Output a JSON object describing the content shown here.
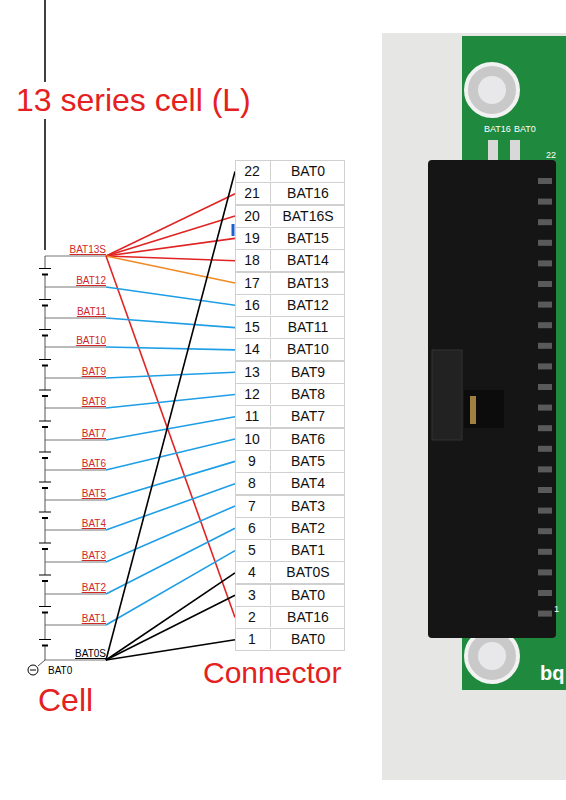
{
  "diagram": {
    "title": "13 series cell (L)",
    "nodes": [
      {
        "text": [
          "BAT13S"
        ]
      },
      {
        "text": [
          "BAT12"
        ]
      },
      {
        "text": [
          "BAT11"
        ]
      },
      {
        "text": [
          "BAT10"
        ]
      },
      {
        "text": [
          "BAT9"
        ]
      },
      {
        "text": [
          "BAT8"
        ]
      },
      {
        "text": [
          "BAT7"
        ]
      },
      {
        "text": [
          "BAT6"
        ]
      },
      {
        "text": [
          "BAT5"
        ]
      },
      {
        "text": [
          "BAT4"
        ]
      },
      {
        "text": [
          "BAT3"
        ]
      },
      {
        "text": [
          "BAT2"
        ]
      },
      {
        "text": [
          "BAT1"
        ]
      },
      {
        "text": [
          "BAT0S"
        ]
      },
      {
        "text": [
          "22",
          "BAT0"
        ]
      },
      {
        "text": [
          "21",
          "BAT16"
        ]
      },
      {
        "text": [
          "20",
          "BAT16S"
        ]
      },
      {
        "text": [
          "19",
          "BAT15"
        ]
      },
      {
        "text": [
          "18",
          "BAT14"
        ]
      },
      {
        "text": [
          "17",
          "BAT13"
        ]
      },
      {
        "text": [
          "16",
          "BAT12"
        ]
      },
      {
        "text": [
          "15",
          "BAT11"
        ]
      },
      {
        "text": [
          "14",
          "BAT10"
        ]
      },
      {
        "text": [
          "13",
          "BAT9"
        ]
      },
      {
        "text": [
          "12",
          "BAT8"
        ]
      },
      {
        "text": [
          "11",
          "BAT7"
        ]
      },
      {
        "text": [
          "10",
          "BAT6"
        ]
      },
      {
        "text": [
          "9",
          "BAT5"
        ]
      },
      {
        "text": [
          "8",
          "BAT4"
        ]
      },
      {
        "text": [
          "7",
          "BAT3"
        ]
      },
      {
        "text": [
          "6",
          "BAT2"
        ]
      },
      {
        "text": [
          "5",
          "BAT1"
        ]
      },
      {
        "text": [
          "4",
          "BAT0S"
        ]
      },
      {
        "text": [
          "3",
          "BAT0"
        ]
      },
      {
        "text": [
          "2",
          "BAT16"
        ]
      },
      {
        "text": [
          "1",
          "BAT0"
        ]
      }
    ],
    "edges": [
      {
        "from": 0,
        "to": 15,
        "arrow": "none"
      },
      {
        "from": 0,
        "to": 16,
        "arrow": "none"
      },
      {
        "from": 0,
        "to": 17,
        "arrow": "none"
      },
      {
        "from": 0,
        "to": 18,
        "arrow": "none"
      },
      {
        "from": 0,
        "to": 19,
        "arrow": "none"
      },
      {
        "from": 0,
        "to": 34,
        "arrow": "none"
      },
      {
        "from": 1,
        "to": 20,
        "arrow": "none"
      },
      {
        "from": 2,
        "to": 21,
        "arrow": "none"
      },
      {
        "from": 3,
        "to": 22,
        "arrow": "none"
      },
      {
        "from": 4,
        "to": 23,
        "arrow": "none"
      },
      {
        "from": 5,
        "to": 24,
        "arrow": "none"
      },
      {
        "from": 6,
        "to": 25,
        "arrow": "none"
      },
      {
        "from": 7,
        "to": 26,
        "arrow": "none"
      },
      {
        "from": 8,
        "to": 27,
        "arrow": "none"
      },
      {
        "from": 9,
        "to": 28,
        "arrow": "none"
      },
      {
        "from": 10,
        "to": 29,
        "arrow": "none"
      },
      {
        "from": 11,
        "to": 30,
        "arrow": "none"
      },
      {
        "from": 12,
        "to": 31,
        "arrow": "none"
      },
      {
        "from": 13,
        "to": 14,
        "arrow": "none"
      },
      {
        "from": 13,
        "to": 32,
        "arrow": "none"
      },
      {
        "from": 13,
        "to": 33,
        "arrow": "none"
      },
      {
        "from": 13,
        "to": 35,
        "arrow": "none"
      }
    ],
    "labels": [
      "BAT0",
      "Cell",
      "Connector",
      "BAT16",
      "BAT0",
      "22",
      "1",
      "bq"
    ]
  }
}
